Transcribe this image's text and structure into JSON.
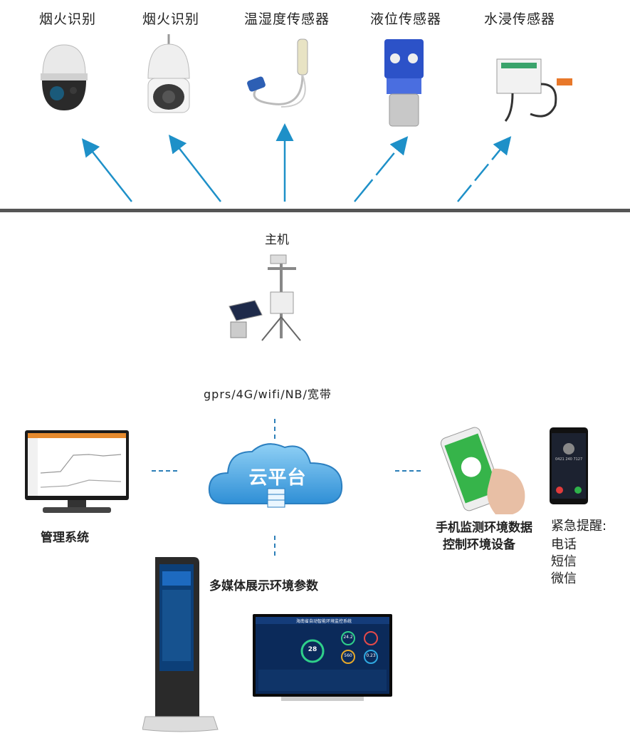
{
  "sensors": [
    {
      "label": "烟火识别",
      "icon": "dome-camera-icon"
    },
    {
      "label": "烟火识别",
      "icon": "ptz-camera-icon"
    },
    {
      "label": "温湿度传感器",
      "icon": "temperature-probe-icon"
    },
    {
      "label": "液位传感器",
      "icon": "level-sensor-icon"
    },
    {
      "label": "水浸传感器",
      "icon": "water-sensor-icon"
    }
  ],
  "host": {
    "label": "主机",
    "icon": "weather-station-icon"
  },
  "network": {
    "label": "gprs/4G/wifi/NB/宽带"
  },
  "cloud": {
    "label": "云平台",
    "icon": "cloud-icon"
  },
  "management": {
    "label": "管理系统",
    "icon": "monitor-icon"
  },
  "phone": {
    "line1": "手机监测环境数据",
    "line2": "控制环境设备",
    "call_number": "0421 240 7127"
  },
  "alerts": {
    "title": "紧急提醒:",
    "items": [
      "电话",
      "短信",
      "微信"
    ]
  },
  "multimedia": {
    "label": "多媒体展示环境参数",
    "icon": "kiosk-icon"
  },
  "dashboard": {
    "title": "海南省自动智能环境监控系统",
    "values": [
      "24.2",
      "28",
      "560",
      "0.23"
    ],
    "icon": "tv-dashboard-icon"
  },
  "colors": {
    "arrow": "#1e90c8",
    "divider": "#555555",
    "cloud": "#3da5e0",
    "dash": "#2c7fb8"
  }
}
